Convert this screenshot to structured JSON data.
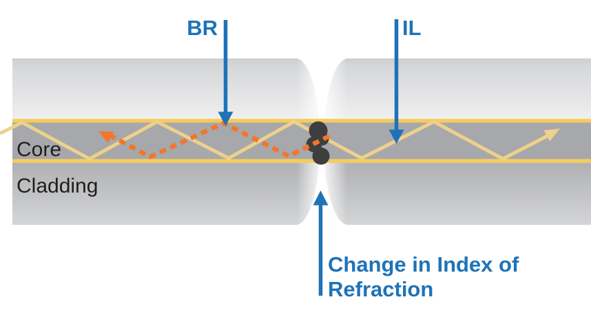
{
  "labels": {
    "br": "BR",
    "il": "IL",
    "core": "Core",
    "cladding": "Cladding",
    "change_line1": "Change in Index of",
    "change_line2": "Refraction"
  },
  "icons": {
    "br_arrow": "down-arrow",
    "il_arrow": "down-arrow",
    "change_arrow": "up-arrow",
    "transmitted_ray_end": "right-up-arrowhead",
    "backreflected_ray_end": "left-up-arrowhead"
  },
  "colors": {
    "annotation_blue": "#1E73B8",
    "back_reflection_orange": "#F2762B",
    "core_boundary_yellow": "#F5CC5C",
    "ray_yellow": "#EDD18C",
    "core_gray": "#A7A8AB",
    "cladding_light_gray": "#EFEFF0",
    "cladding_dark_gray": "#B1B2B4",
    "defect_dark": "#3E3E40",
    "label_black": "#1E1E1E",
    "background": "#FFFFFF"
  }
}
